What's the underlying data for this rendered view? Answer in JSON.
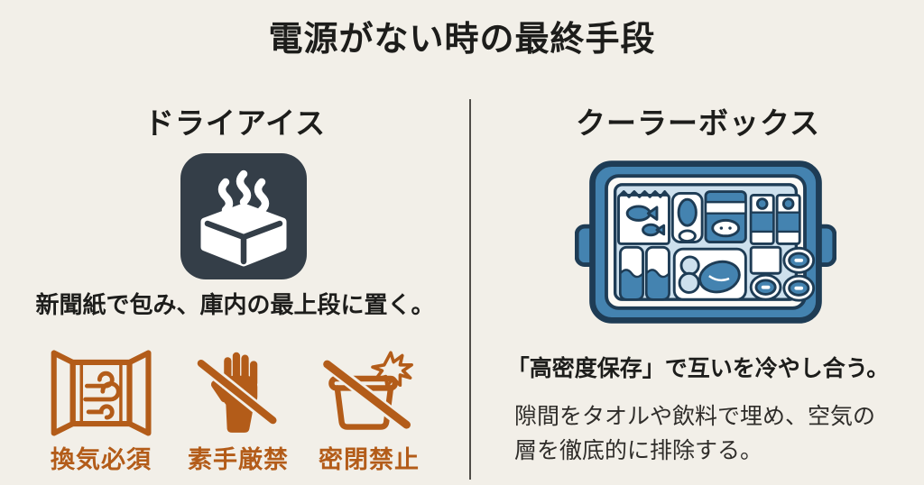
{
  "title": "電源がない時の最終手段",
  "colors": {
    "background": "#f2efe8",
    "text": "#1d1d1b",
    "accent_orange": "#b35c19",
    "dark_icon_bg": "#343e48",
    "cooler_blue": "#4483b0",
    "cooler_dark_outline": "#1e3c55",
    "cooler_light_blue": "#cde0ed",
    "divider": "#504d48"
  },
  "left": {
    "heading": "ドライアイス",
    "icon": "dry-ice-steam-icon",
    "description": "新聞紙で包み、庫内の最上段に置く。",
    "warnings": [
      {
        "icon": "open-window-ventilation-icon",
        "label": "換気必須"
      },
      {
        "icon": "no-bare-hands-icon",
        "label": "素手厳禁"
      },
      {
        "icon": "no-sealed-container-icon",
        "label": "密閉禁止"
      }
    ]
  },
  "right": {
    "heading": "クーラーボックス",
    "icon": "cooler-box-illustration",
    "bold_line": "「高密度保存」で互いを冷やし合う。",
    "paragraph": "隙間をタオルや飲料で埋め、空気の層を徹底的に排除する。"
  }
}
